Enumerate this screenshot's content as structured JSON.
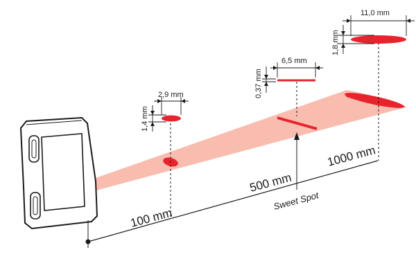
{
  "distances": {
    "d100": "100 mm",
    "d500": "500 mm",
    "d1000": "1000 mm"
  },
  "sweet_spot": "Sweet Spot",
  "spots": {
    "near": {
      "width": "2,9 mm",
      "height": "1,4 mm"
    },
    "mid": {
      "width": "6,5 mm",
      "height": "0,37 mm"
    },
    "far": {
      "width": "11,0 mm",
      "height": "1,8 mm"
    }
  },
  "colors": {
    "beam": "#f7b6a6",
    "spot": "#e8232d",
    "line": "#1a1a1a"
  }
}
